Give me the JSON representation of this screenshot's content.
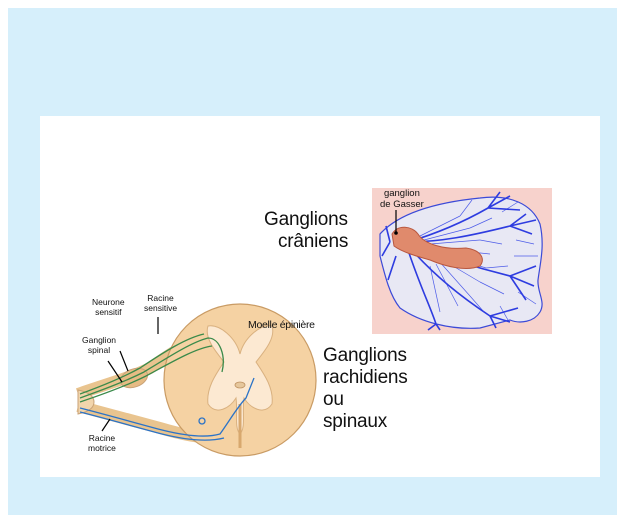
{
  "cranial": {
    "title_line1": "Ganglions",
    "title_line2": "crâniens",
    "gasser_line1": "ganglion",
    "gasser_line2": "de Gasser"
  },
  "spinal": {
    "title_line1": "Ganglions",
    "title_line2": "rachidiens",
    "title_line3": "ou",
    "title_line4": "spinaux",
    "moelle": "Moelle épinière",
    "neurone_line1": "Neurone",
    "neurone_line2": "sensitif",
    "racine_sens_line1": "Racine",
    "racine_sens_line2": "sensitive",
    "ganglion_line1": "Ganglion",
    "ganglion_line2": "spinal",
    "racine_mot_line1": "Racine",
    "racine_mot_line2": "motrice"
  },
  "colors": {
    "background": "#d6effb",
    "card": "#ffffff",
    "face_bg": "#f7d2cc",
    "nerves": "#2e3ce0",
    "cord": "#f5d2a3",
    "gray_matter": "#fce9d2"
  }
}
